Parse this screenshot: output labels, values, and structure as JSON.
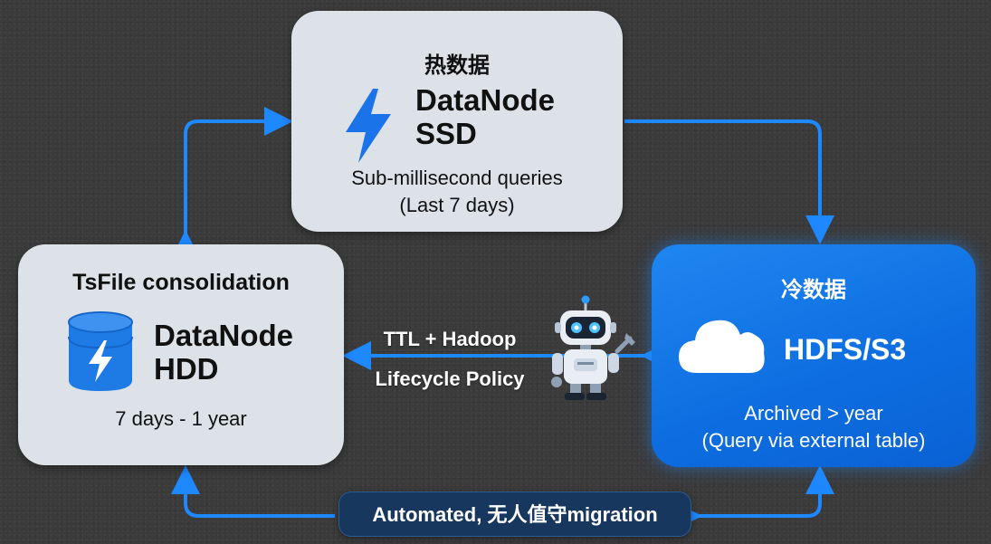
{
  "diagram": {
    "hot_tier": {
      "title": "热数据",
      "node_name_line1": "DataNode",
      "node_name_line2": "SSD",
      "desc_line1": "Sub-millisecond queries",
      "desc_line2": "(Last 7 days)",
      "icon": "lightning-bolt-icon"
    },
    "warm_tier": {
      "title": "TsFile consolidation",
      "node_name_line1": "DataNode",
      "node_name_line2": "HDD",
      "desc": "7 days - 1 year",
      "icon": "database-lightning-icon"
    },
    "cold_tier": {
      "title": "冷数据",
      "node_name": "HDFS/S3",
      "desc_line1": "Archived > year",
      "desc_line2": "(Query via external table)",
      "icon": "cloud-icon"
    },
    "policy": {
      "line1": "TTL + Hadoop",
      "line2": "Lifecycle Policy",
      "icon": "robot-icon"
    },
    "migration": {
      "label": "Automated, 无人值守migration"
    },
    "colors": {
      "connector": "#1e88ff",
      "light_card": "#dde2e8",
      "blue_card": "#0d6de0",
      "pill": "#17375f",
      "ssd_bolt": "#1a73e8"
    }
  }
}
